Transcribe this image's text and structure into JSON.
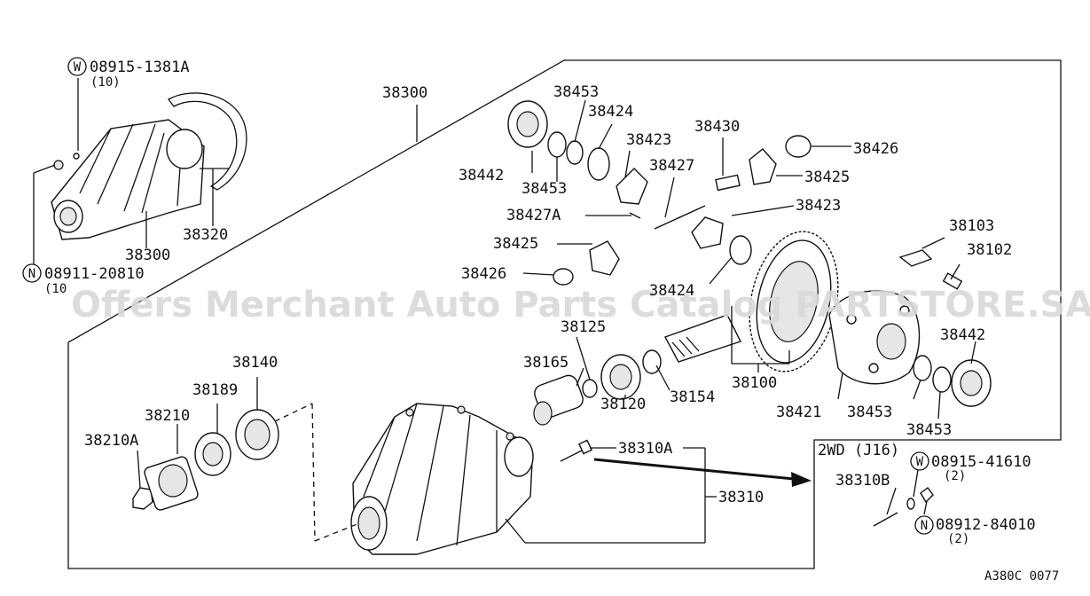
{
  "diagram": {
    "labels": [
      {
        "id": "l01",
        "text": "08915-1381A"
      },
      {
        "id": "l02",
        "text": "(10)"
      },
      {
        "id": "l03",
        "text": "38300"
      },
      {
        "id": "l04",
        "text": "38320"
      },
      {
        "id": "l05",
        "text": "38300"
      },
      {
        "id": "l06",
        "text": "08911-20810"
      },
      {
        "id": "l07",
        "text": "(10"
      },
      {
        "id": "l08",
        "text": "38453"
      },
      {
        "id": "l09",
        "text": "38424"
      },
      {
        "id": "l10",
        "text": "38423"
      },
      {
        "id": "l11",
        "text": "38442"
      },
      {
        "id": "l12",
        "text": "38453"
      },
      {
        "id": "l13",
        "text": "38430"
      },
      {
        "id": "l14",
        "text": "38427"
      },
      {
        "id": "l15",
        "text": "38426"
      },
      {
        "id": "l16",
        "text": "38425"
      },
      {
        "id": "l17",
        "text": "38427A"
      },
      {
        "id": "l18",
        "text": "38423"
      },
      {
        "id": "l19",
        "text": "38425"
      },
      {
        "id": "l20",
        "text": "38426"
      },
      {
        "id": "l21",
        "text": "38103"
      },
      {
        "id": "l22",
        "text": "38102"
      },
      {
        "id": "l23",
        "text": "38424"
      },
      {
        "id": "l24",
        "text": "38125"
      },
      {
        "id": "l25",
        "text": "38165"
      },
      {
        "id": "l26",
        "text": "38442"
      },
      {
        "id": "l27",
        "text": "38100"
      },
      {
        "id": "l28",
        "text": "38154"
      },
      {
        "id": "l29",
        "text": "38120"
      },
      {
        "id": "l30",
        "text": "38421"
      },
      {
        "id": "l31",
        "text": "38453"
      },
      {
        "id": "l32",
        "text": "38453"
      },
      {
        "id": "l33",
        "text": "38140"
      },
      {
        "id": "l34",
        "text": "38189"
      },
      {
        "id": "l35",
        "text": "38210"
      },
      {
        "id": "l36",
        "text": "38210A"
      },
      {
        "id": "l37",
        "text": "38310A"
      },
      {
        "id": "l38",
        "text": "38310"
      },
      {
        "id": "l39",
        "text": "2WD (J16)"
      },
      {
        "id": "l40",
        "text": "08915-41610"
      },
      {
        "id": "l41",
        "text": "(2)"
      },
      {
        "id": "l42",
        "text": "38310B"
      },
      {
        "id": "l43",
        "text": "08912-84010"
      },
      {
        "id": "l44",
        "text": "(2)"
      },
      {
        "id": "l45",
        "text": "A380C 0077"
      }
    ],
    "symbols": {
      "washer": "W",
      "nut": "N"
    },
    "watermark": "Offers Merchant Auto Parts Catalog PARTSTORE.SA"
  }
}
